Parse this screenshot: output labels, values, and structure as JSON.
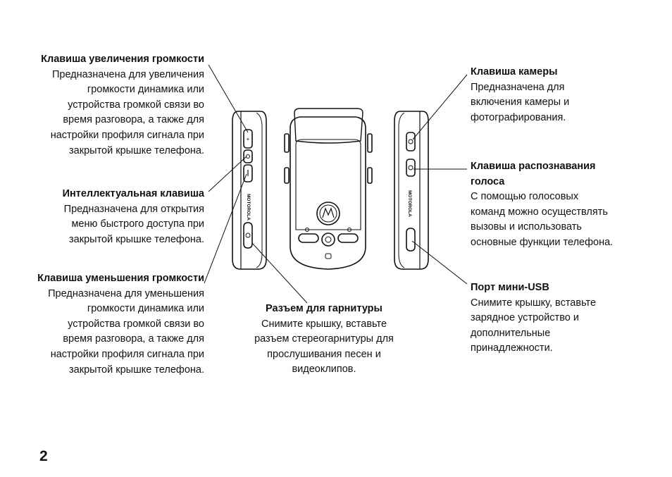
{
  "callouts": {
    "volume_up": {
      "title": "Клавиша увеличения громкости",
      "body": "Предназначена для увеличения\nгромкости динамика или\nустройства громкой связи во\nвремя разговора, а также для\nнастройки профиля сигнала при\nзакрытой крышке телефона."
    },
    "smart_key": {
      "title": "Интеллектуальная клавиша",
      "body": "Предназначена для открытия\nменю быстрого доступа при\nзакрытой крышке телефона."
    },
    "volume_down": {
      "title": "Клавиша уменьшения громкости",
      "body": "Предназначена для уменьшения\nгромкости динамика или\nустройства громкой связи во\nвремя разговора, а также для\nнастройки профиля сигнала при\nзакрытой крышке телефона."
    },
    "headset": {
      "title": "Разъем для гарнитуры",
      "body": "Снимите крышку, вставьте\nразъем стереогарнитуры для\nпрослушивания песен и\nвидеоклипов."
    },
    "camera": {
      "title": "Клавиша камеры",
      "body": "Предназначена для\nвключения камеры и\nфотографирования."
    },
    "voice": {
      "title": "Клавиша распознавания\nголоса",
      "body": "С помощью голосовых\nкоманд можно осуществлять\nвызовы и использовать\nосновные функции телефона."
    },
    "usb": {
      "title": "Порт мини-USB",
      "body": "Снимите крышку, вставьте\nзарядное устройство и\nдополнительные\nпринадлежности."
    }
  },
  "brand_text": "MOTOROLA",
  "page_number": "2"
}
